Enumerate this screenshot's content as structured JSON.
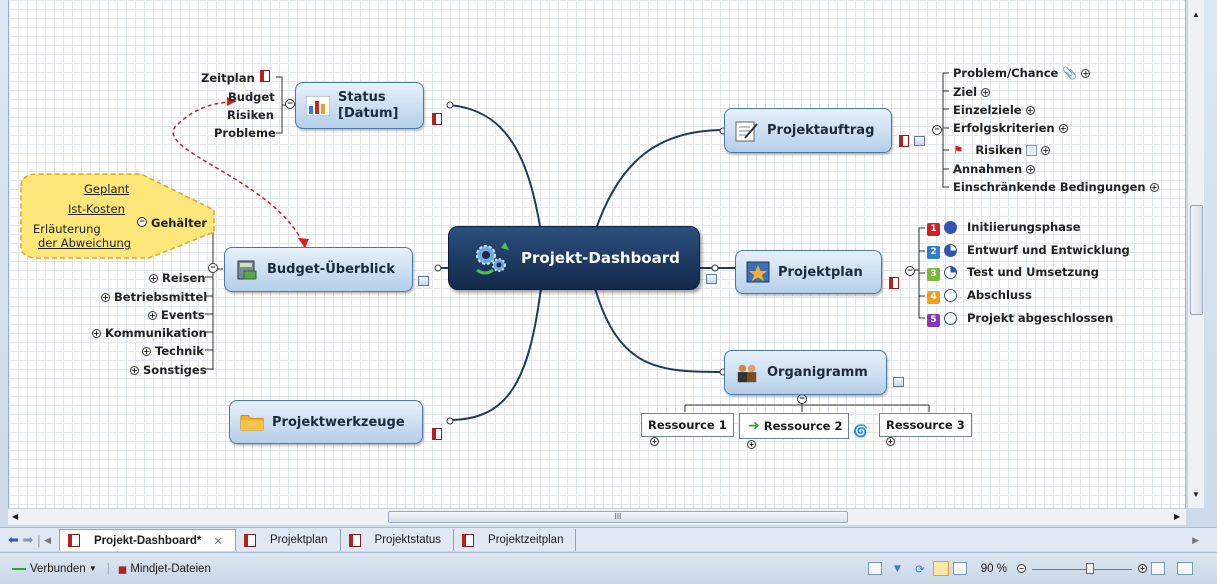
{
  "central": {
    "label": "Projekt-Dashboard"
  },
  "left_topics": {
    "status": {
      "label": "Status\n[Datum]",
      "line1": "Status",
      "line2": "[Datum]",
      "subs": [
        "Zeitplan",
        "Budget",
        "Risiken",
        "Probleme"
      ]
    },
    "budget": {
      "label": "Budget-Überblick",
      "gehaelter": {
        "label": "Gehälter",
        "subs": [
          "Geplant",
          "Ist-Kosten",
          "Erläuterung",
          "der Abweichung"
        ]
      },
      "subs": [
        "Reisen",
        "Betriebsmittel",
        "Events",
        "Kommunikation",
        "Technik",
        "Sonstiges"
      ]
    },
    "tools": {
      "label": "Projektwerkzeuge"
    }
  },
  "right_topics": {
    "auftrag": {
      "label": "Projektauftrag",
      "subs": [
        "Problem/Chance",
        "Ziel",
        "Einzelziele",
        "Erfolgskriterien",
        "Risiken",
        "Annahmen",
        "Einschränkende Bedingungen"
      ]
    },
    "plan": {
      "label": "Projektplan",
      "phases": [
        {
          "num": "1",
          "label": "Initiierungsphase",
          "color": "#d62020"
        },
        {
          "num": "2",
          "label": "Entwurf und Entwicklung",
          "color": "#2f7fd1"
        },
        {
          "num": "3",
          "label": "Test und Umsetzung",
          "color": "#7ab83a"
        },
        {
          "num": "4",
          "label": "Abschluss",
          "color": "#f0a020"
        },
        {
          "num": "5",
          "label": "Projekt abgeschlossen",
          "color": "#8a35c0"
        }
      ]
    },
    "organigramm": {
      "label": "Organigramm",
      "resources": [
        "Ressource 1",
        "Ressource 2",
        "Ressource 3"
      ]
    }
  },
  "tabs": [
    {
      "label": "Projekt-Dashboard*",
      "active": true
    },
    {
      "label": "Projektplan"
    },
    {
      "label": "Projektstatus"
    },
    {
      "label": "Projektzeitplan"
    }
  ],
  "status_bar": {
    "connection": "Verbunden",
    "files": "Mindjet-Dateien",
    "zoom": "90 %"
  },
  "colors": {
    "branch": "#1f3a5f",
    "dashed": "#e31a1a",
    "callout_fill": "#fde77a",
    "callout_border": "#f0a020"
  }
}
